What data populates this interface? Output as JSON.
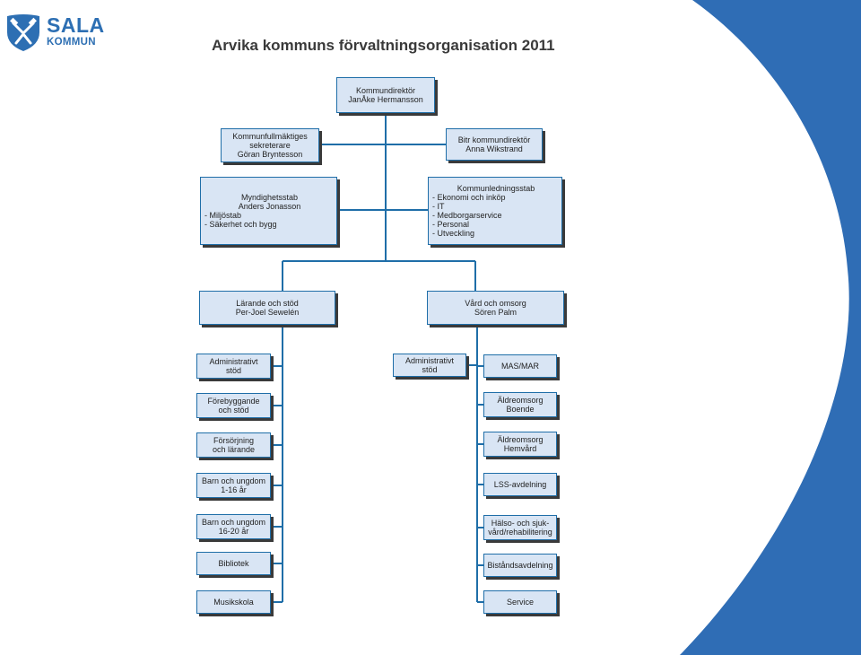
{
  "brand": {
    "name": "SALA",
    "subtitle": "KOMMUN",
    "primary_color": "#2d6fb3"
  },
  "title": "Arvika kommuns förvaltningsorganisation 2011",
  "colors": {
    "arc_blue": "#2f6db5",
    "box_fill": "#d9e5f4",
    "box_border": "#1f6ea8",
    "line": "#1f6ea8"
  },
  "nodes": {
    "kommundirektor": {
      "lines": [
        "Kommundirektör",
        "JanÅke Hermansson"
      ]
    },
    "kommunfullmaktiges": {
      "lines": [
        "Kommunfullmäktiges",
        "sekreterare",
        "Göran Bryntesson"
      ]
    },
    "bitr": {
      "lines": [
        "Bitr kommundirektör",
        "Anna Wikstrand"
      ]
    },
    "myndighetsstab": {
      "header": [
        "Myndighetsstab",
        "Anders Jonasson"
      ],
      "items": [
        "- Miljöstab",
        "- Säkerhet och bygg"
      ]
    },
    "kommunledningsstab": {
      "header": [
        "Kommunledningsstab"
      ],
      "items": [
        "- Ekonomi och inköp",
        "- IT",
        "- Medborgarservice",
        "- Personal",
        "- Utveckling"
      ]
    },
    "larande": {
      "lines": [
        "Lärande och stöd",
        "Per-Joel Sewelén"
      ]
    },
    "vard": {
      "lines": [
        "Vård och omsorg",
        "Sören Palm"
      ]
    },
    "left_units": [
      {
        "lines": [
          "Administrativt",
          "stöd"
        ]
      },
      {
        "lines": [
          "Förebyggande",
          "och stöd"
        ]
      },
      {
        "lines": [
          "Försörjning",
          "och lärande"
        ]
      },
      {
        "lines": [
          "Barn och ungdom",
          "1-16 år"
        ]
      },
      {
        "lines": [
          "Barn och ungdom",
          "16-20 år"
        ]
      },
      {
        "lines": [
          "Bibliotek"
        ]
      },
      {
        "lines": [
          "Musikskola"
        ]
      }
    ],
    "vard_admin": {
      "lines": [
        "Administrativt",
        "stöd"
      ]
    },
    "right_units": [
      {
        "lines": [
          "MAS/MAR"
        ]
      },
      {
        "lines": [
          "Äldreomsorg",
          "Boende"
        ]
      },
      {
        "lines": [
          "Äldreomsorg",
          "Hemvård"
        ]
      },
      {
        "lines": [
          "LSS-avdelning"
        ]
      },
      {
        "lines": [
          "Hälso- och sjuk-",
          "vård/rehabilitering"
        ]
      },
      {
        "lines": [
          "Biståndsavdelning"
        ]
      },
      {
        "lines": [
          "Service"
        ]
      }
    ]
  }
}
